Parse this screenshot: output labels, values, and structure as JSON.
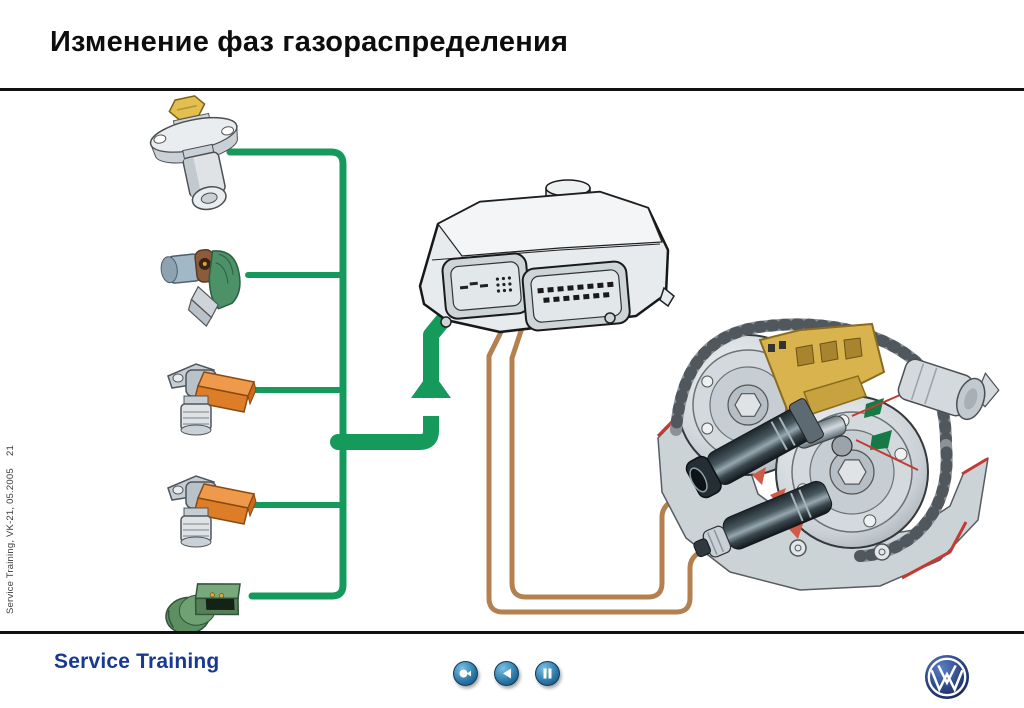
{
  "header": {
    "title": "Изменение фаз газораспределения"
  },
  "sidebar": {
    "page_number": "21",
    "document_reference": "Service Training, VK-21, 05.2005"
  },
  "footer": {
    "brand": "Service Training",
    "nav": [
      {
        "name": "media-button",
        "icon": "circle-play-icon"
      },
      {
        "name": "back-button",
        "icon": "triangle-left-icon"
      },
      {
        "name": "pause-button",
        "icon": "pause-icon"
      }
    ],
    "logo_icon": "vw-logo"
  },
  "diagram": {
    "components": {
      "sensor_1": "camshaft-adjustment-solenoid-valve",
      "sensor_2": "engine-speed-sensor",
      "sensor_3": "hall-sensor",
      "sensor_4": "hall-sensor",
      "sensor_5": "green-connector-sensor",
      "controller": "engine-control-unit",
      "actuator": "camshaft-timing-chain-mechanism",
      "flow_arrow": "up-arrow"
    },
    "colors": {
      "signal_wire_green": "#169a5c",
      "actuator_wire_brown": "#b5804f",
      "cutaway_red": "#c23b33",
      "chain_guide_gold": "#d8b34e",
      "footer_blue": "#17398f"
    }
  }
}
